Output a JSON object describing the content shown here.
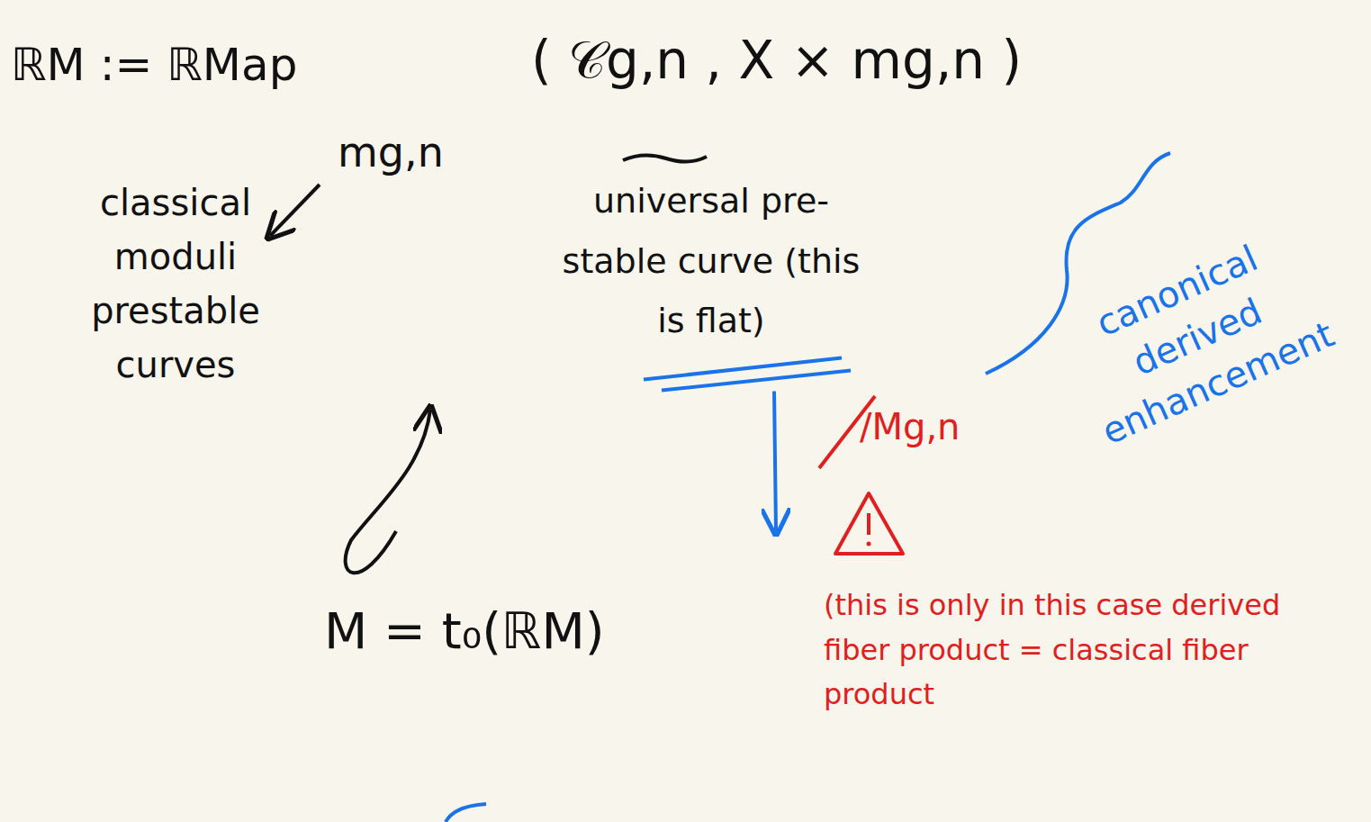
{
  "diagram": {
    "labels": [
      "ℝM := ℝMap",
      "( 𝒞g,n , X × mg,n )",
      "mg,n",
      "classical moduli prestable curves",
      "universal pre-stable curve (this is flat)",
      "/Mg,n",
      "(this is only in this case derived fiber product = classical fiber product",
      "canonical derived enhancement",
      "M = t₀(ℝM)"
    ]
  }
}
